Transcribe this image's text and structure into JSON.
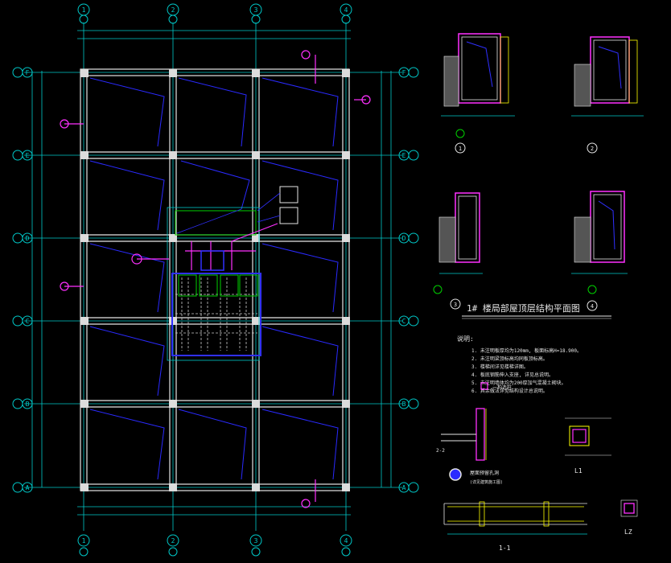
{
  "drawing": {
    "plan_title": "1# 楼局部屋顶层结构平面图",
    "notes_title": "说明:",
    "notes": [
      "1. 未注明板厚均为120mm, 板面标高H=18.900。",
      "2. 未注明梁顶标高均同板顶标高。",
      "3. 楼梯间详见楼梯详图。",
      "4. 板底钢筋伸入支座, 详见总说明。",
      "5. 未注明墙体均为200厚加气混凝土砌块。",
      "6. 其余做法详见结构设计总说明。"
    ],
    "legend_label": "一构造柱",
    "hole_label": "屋面预留孔洞",
    "hole_note": "(详见建筑施工图)",
    "lz_label": "LZ",
    "l1_label": "L1",
    "section_label": "1-1",
    "section_label_b": "2-2"
  },
  "grid": {
    "top_bubbles": [
      "1",
      "2",
      "3",
      "4"
    ],
    "bottom_bubbles": [
      "1",
      "2",
      "3",
      "4"
    ],
    "left_bubbles": [
      "F",
      "E",
      "D",
      "C",
      "B",
      "A"
    ],
    "right_bubbles": [
      "F",
      "E",
      "D",
      "C",
      "B",
      "A"
    ]
  },
  "details": {
    "callouts": [
      "1",
      "2",
      "3",
      "4"
    ]
  }
}
